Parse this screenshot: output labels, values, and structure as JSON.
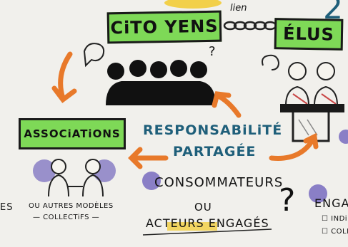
{
  "top_right_char": "2",
  "link_word": "lien",
  "boxes": {
    "citoyens": "CiTO YENS",
    "elus": "ÉLUS",
    "associations": "ASSOCiATiONS"
  },
  "center": {
    "line1": "RESPONSABiLiTÉ",
    "line2": "PARTAGÉE"
  },
  "consommateurs": "CONSOMMATEURS",
  "ou": "OU",
  "acteurs": "ACTEURS ENGAGÉS",
  "question_mark": "?",
  "question_mark_top": "?",
  "left_edge": "ES",
  "other_models_line1": "OU AUTRES MODÈLES",
  "other_models_line2": "— COLLECTiFS —",
  "right_edge": {
    "title": "ENGAG",
    "item1": "INDi",
    "item2": "COLL"
  },
  "colors": {
    "green": "#7ed957",
    "orange": "#e8792a",
    "teal": "#1f5f7a",
    "purple": "#8a7fc6",
    "yellow": "#f2d04a",
    "background": "#f1f0ec"
  }
}
